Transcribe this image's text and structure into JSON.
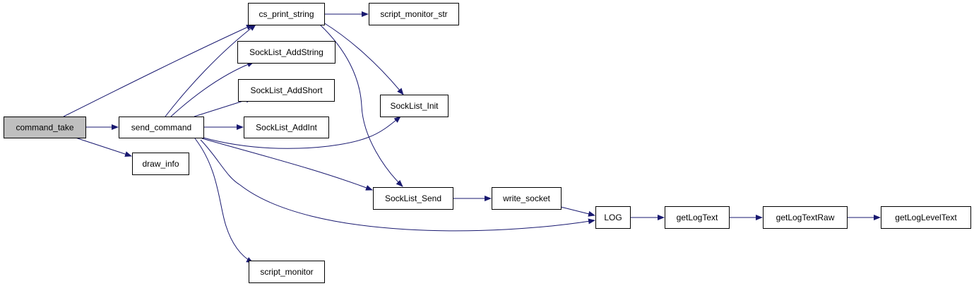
{
  "diagram": {
    "nodes": [
      {
        "id": "command_take",
        "label": "command_take",
        "root": true
      },
      {
        "id": "send_command",
        "label": "send_command"
      },
      {
        "id": "draw_info",
        "label": "draw_info"
      },
      {
        "id": "cs_print_string",
        "label": "cs_print_string"
      },
      {
        "id": "script_monitor_str",
        "label": "script_monitor_str"
      },
      {
        "id": "SockList_AddString",
        "label": "SockList_AddString"
      },
      {
        "id": "SockList_AddShort",
        "label": "SockList_AddShort"
      },
      {
        "id": "SockList_AddInt",
        "label": "SockList_AddInt"
      },
      {
        "id": "SockList_Init",
        "label": "SockList_Init"
      },
      {
        "id": "SockList_Send",
        "label": "SockList_Send"
      },
      {
        "id": "write_socket",
        "label": "write_socket"
      },
      {
        "id": "LOG",
        "label": "LOG"
      },
      {
        "id": "getLogText",
        "label": "getLogText"
      },
      {
        "id": "getLogTextRaw",
        "label": "getLogTextRaw"
      },
      {
        "id": "getLogLevelText",
        "label": "getLogLevelText"
      },
      {
        "id": "script_monitor",
        "label": "script_monitor"
      }
    ],
    "edges": [
      {
        "from": "command_take",
        "to": "cs_print_string"
      },
      {
        "from": "command_take",
        "to": "send_command"
      },
      {
        "from": "command_take",
        "to": "draw_info"
      },
      {
        "from": "send_command",
        "to": "cs_print_string"
      },
      {
        "from": "send_command",
        "to": "SockList_AddString"
      },
      {
        "from": "send_command",
        "to": "SockList_AddShort"
      },
      {
        "from": "send_command",
        "to": "SockList_AddInt"
      },
      {
        "from": "send_command",
        "to": "SockList_Init"
      },
      {
        "from": "send_command",
        "to": "SockList_Send"
      },
      {
        "from": "send_command",
        "to": "LOG"
      },
      {
        "from": "send_command",
        "to": "script_monitor"
      },
      {
        "from": "cs_print_string",
        "to": "script_monitor_str"
      },
      {
        "from": "cs_print_string",
        "to": "SockList_Init"
      },
      {
        "from": "cs_print_string",
        "to": "SockList_Send"
      },
      {
        "from": "SockList_Send",
        "to": "write_socket"
      },
      {
        "from": "write_socket",
        "to": "LOG"
      },
      {
        "from": "LOG",
        "to": "getLogText"
      },
      {
        "from": "getLogText",
        "to": "getLogTextRaw"
      },
      {
        "from": "getLogTextRaw",
        "to": "getLogLevelText"
      }
    ],
    "colors": {
      "edge": "#191970",
      "root_fill": "#bfbfbf",
      "node_fill": "#ffffff",
      "border": "#000000"
    }
  }
}
